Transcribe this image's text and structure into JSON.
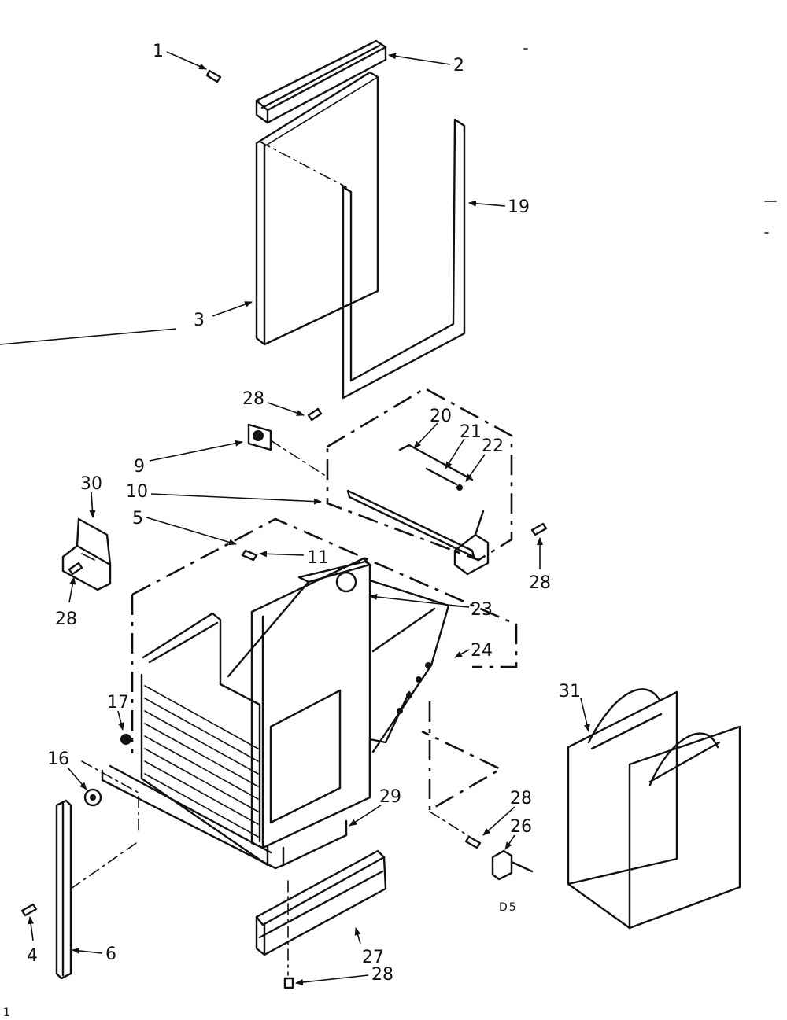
{
  "diagram": {
    "callouts": {
      "c1": "1",
      "c2": "2",
      "c3": "3",
      "c4": "4",
      "c5": "5",
      "c6": "6",
      "c9": "9",
      "c10": "10",
      "c11": "11",
      "c16": "16",
      "c17": "17",
      "c19": "19",
      "c20": "20",
      "c21": "21",
      "c22": "22",
      "c23": "23",
      "c24": "24",
      "c26": "26",
      "c27": "27",
      "c28a": "28",
      "c28b": "28",
      "c28c": "28",
      "c28d": "28",
      "c28e": "28",
      "c29": "29",
      "c30": "30",
      "c31": "31"
    },
    "code_mark": "D5",
    "corner_mark": "1"
  }
}
